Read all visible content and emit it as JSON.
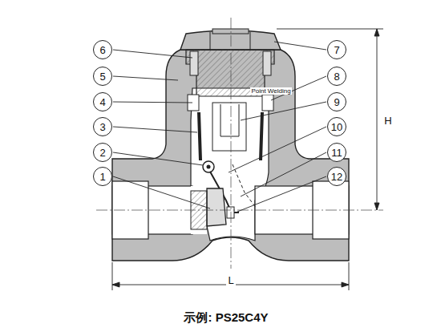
{
  "diagram": {
    "caption": "示例: PS25C4Y",
    "labels": [
      "6",
      "5",
      "4",
      "3",
      "2",
      "1",
      "7",
      "8",
      "9",
      "10",
      "11",
      "12",
      "Point Welding",
      "H",
      "L"
    ]
  }
}
